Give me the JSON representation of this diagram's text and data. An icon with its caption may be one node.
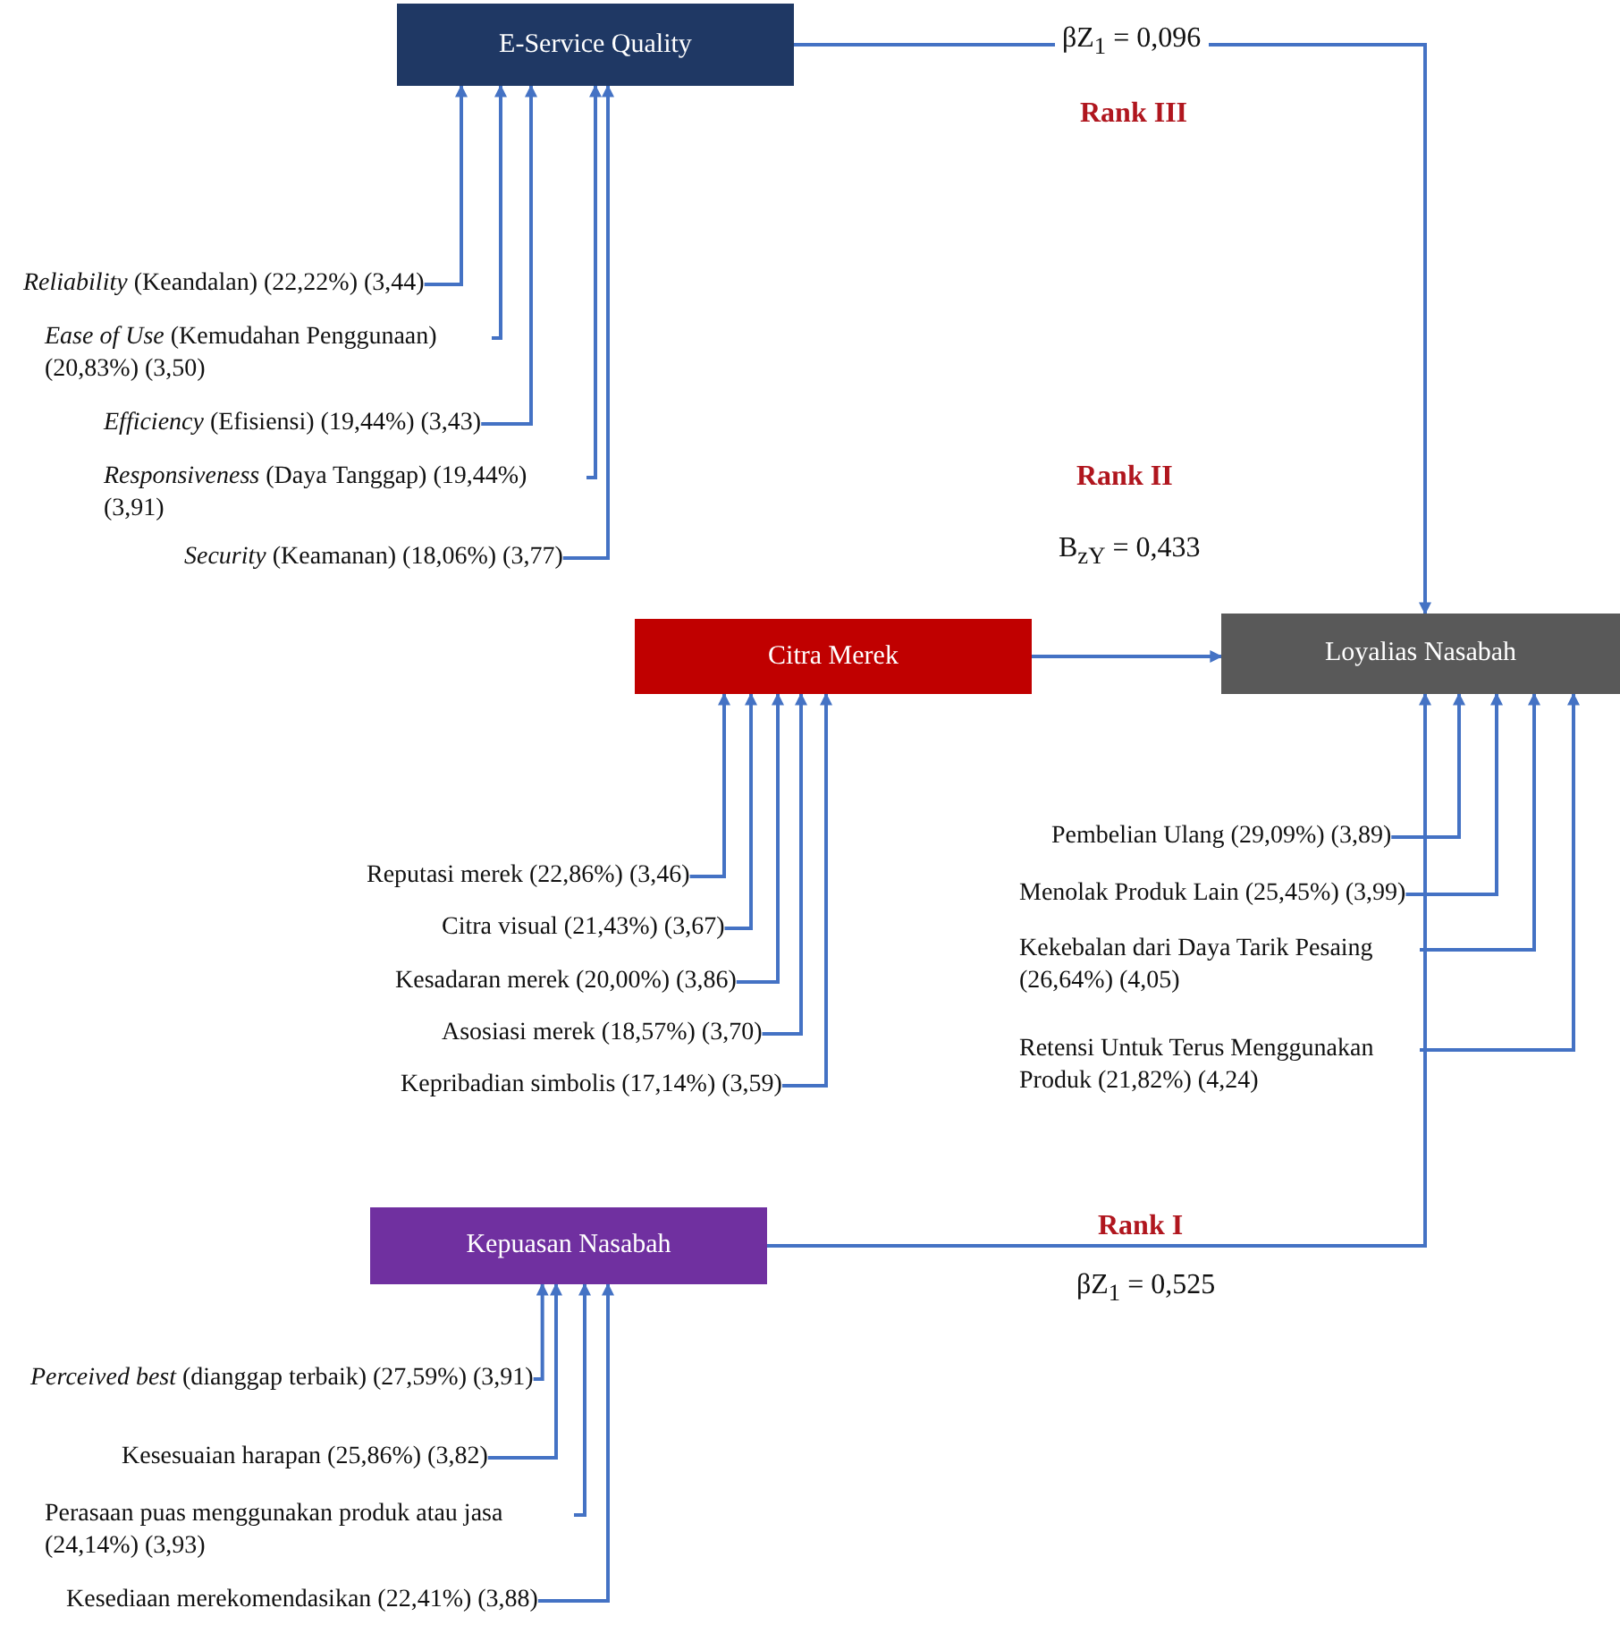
{
  "diagram": {
    "nodes": [
      {
        "text": [
          "E-Service Quality"
        ]
      },
      {
        "text": [
          "Citra Merek"
        ]
      },
      {
        "text": [
          "Loyalias Nasabah"
        ]
      },
      {
        "text": [
          "Kepuasan Nasabah"
        ]
      },
      {
        "text": [
          "*Reliability* (Keandalan) (22,22%) (3,44)"
        ]
      },
      {
        "text": [
          "*Ease of Use* (Kemudahan Penggunaan) (20,83%) (3,50)"
        ]
      },
      {
        "text": [
          "*Efficiency* (Efisiensi) (19,44%) (3,43)"
        ]
      },
      {
        "text": [
          "*Responsiveness* (Daya Tanggap) (19,44%) (3,91)"
        ]
      },
      {
        "text": [
          "*Security* (Keamanan) (18,06%) (3,77)"
        ]
      },
      {
        "text": [
          "Reputasi merek (22,86%) (3,46)"
        ]
      },
      {
        "text": [
          "Citra visual (21,43%) (3,67)"
        ]
      },
      {
        "text": [
          "Kesadaran merek (20,00%) (3,86)"
        ]
      },
      {
        "text": [
          "Asosiasi merek (18,57%) (3,70)"
        ]
      },
      {
        "text": [
          "Kepribadian simbolis (17,14%) (3,59)"
        ]
      },
      {
        "text": [
          "Pembelian Ulang (29,09%) (3,89)"
        ]
      },
      {
        "text": [
          "Menolak Produk Lain (25,45%) (3,99)"
        ]
      },
      {
        "text": [
          "Kekebalan dari Daya Tarik Pesaing (26,64%) (4,05)"
        ]
      },
      {
        "text": [
          "Retensi Untuk Terus Menggunakan Produk (21,82%) (4,24)"
        ]
      },
      {
        "text": [
          "*Perceived best* (dianggap terbaik) (27,59%) (3,91)"
        ]
      },
      {
        "text": [
          "Kesesuaian harapan (25,86%) (3,82)"
        ]
      },
      {
        "text": [
          "Perasaan puas menggunakan produk atau jasa (24,14%) (3,93)"
        ]
      },
      {
        "text": [
          "Kesediaan merekomendasikan (22,41%) (3,88)"
        ]
      }
    ],
    "edges": [
      {
        "from": 0,
        "to": 2,
        "arrow": "to",
        "label": "βZ$_{1}$ = 0,096"
      },
      {
        "from": 1,
        "to": 2,
        "arrow": "to"
      },
      {
        "from": 3,
        "to": 2,
        "arrow": "to",
        "label": "Rank I"
      },
      {
        "from": 4,
        "to": 0,
        "arrow": "to"
      },
      {
        "from": 5,
        "to": 0,
        "arrow": "to"
      },
      {
        "from": 6,
        "to": 0,
        "arrow": "to"
      },
      {
        "from": 7,
        "to": 0,
        "arrow": "to"
      },
      {
        "from": 8,
        "to": 0,
        "arrow": "to"
      },
      {
        "from": 9,
        "to": 1,
        "arrow": "to"
      },
      {
        "from": 10,
        "to": 1,
        "arrow": "to"
      },
      {
        "from": 11,
        "to": 1,
        "arrow": "to"
      },
      {
        "from": 12,
        "to": 1,
        "arrow": "to"
      },
      {
        "from": 13,
        "to": 1,
        "arrow": "to"
      },
      {
        "from": 14,
        "to": 2,
        "arrow": "to"
      },
      {
        "from": 15,
        "to": 2,
        "arrow": "to"
      },
      {
        "from": 16,
        "to": 2,
        "arrow": "to"
      },
      {
        "from": 17,
        "to": 2,
        "arrow": "to"
      },
      {
        "from": 18,
        "to": 3,
        "arrow": "to"
      },
      {
        "from": 19,
        "to": 3,
        "arrow": "to"
      },
      {
        "from": 20,
        "to": 3,
        "arrow": "to"
      },
      {
        "from": 21,
        "to": 3,
        "arrow": "to"
      }
    ],
    "labels": [
      "Rank III",
      "Rank II",
      "B$_{zY}$ = 0,433",
      "βZ$_{1}$ = 0,525"
    ]
  }
}
